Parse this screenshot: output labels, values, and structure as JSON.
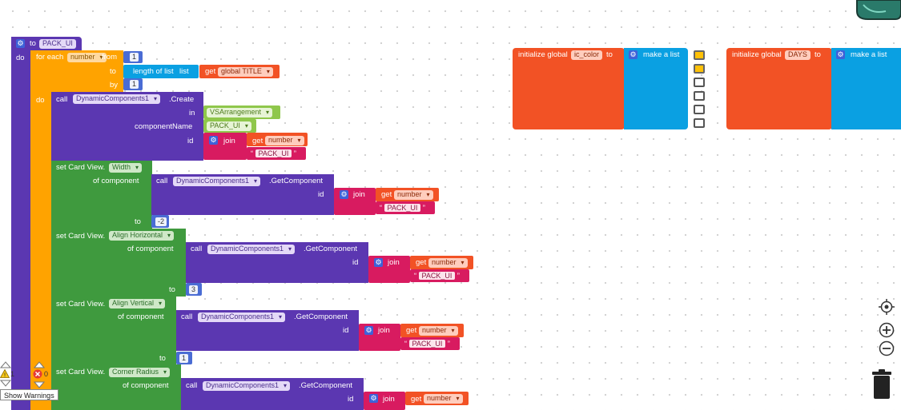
{
  "procedure": {
    "to_label": "to",
    "name": "PACK_UI",
    "do_label": "do"
  },
  "loop": {
    "label": "for each",
    "var": "number",
    "from_label": "from",
    "from_val": "1",
    "to_label": "to",
    "length_label": "length of list",
    "list_label": "list",
    "get_label": "get",
    "list_var": "global TITLE",
    "by_label": "by",
    "by_val": "1",
    "do_label": "do"
  },
  "create": {
    "call_label": "call",
    "component": "DynamicComponents1",
    "method": ".Create",
    "in_label": "in",
    "in_val": "VSArrangement",
    "name_label": "componentName",
    "name_val": "PACK_UI",
    "id_label": "id",
    "join_label": "join",
    "get_label": "get",
    "get_var": "number",
    "str_val": "PACK_UI"
  },
  "setters": [
    {
      "set_label": "set Card View.",
      "prop": "Width",
      "of_label": "of component",
      "call_label": "call",
      "component": "DynamicComponents1",
      "method": ".GetComponent",
      "id_label": "id",
      "join_label": "join",
      "get_label": "get",
      "get_var": "number",
      "str_val": "PACK_UI",
      "to_label": "to",
      "value": "-2"
    },
    {
      "set_label": "set Card View.",
      "prop": "Align Horizontal",
      "of_label": "of component",
      "call_label": "call",
      "component": "DynamicComponents1",
      "method": ".GetComponent",
      "id_label": "id",
      "join_label": "join",
      "get_label": "get",
      "get_var": "number",
      "str_val": "PACK_UI",
      "to_label": "to",
      "value": "3"
    },
    {
      "set_label": "set Card View.",
      "prop": "Align Vertical",
      "of_label": "of component",
      "call_label": "call",
      "component": "DynamicComponents1",
      "method": ".GetComponent",
      "id_label": "id",
      "join_label": "join",
      "get_label": "get",
      "get_var": "number",
      "str_val": "PACK_UI",
      "to_label": "to",
      "value": "1"
    },
    {
      "set_label": "set Card View.",
      "prop": "Corner Radius",
      "of_label": "of component",
      "call_label": "call",
      "component": "DynamicComponents1",
      "method": ".GetComponent",
      "id_label": "id",
      "join_label": "join",
      "get_label": "get",
      "get_var": "number"
    }
  ],
  "globals": [
    {
      "label": "initialize global",
      "name": "ic_color",
      "to_label": "to",
      "make_label": "make a list"
    },
    {
      "label": "initialize global",
      "name": "DAYS",
      "to_label": "to",
      "make_label": "make a list"
    }
  ],
  "warnings": {
    "warn_count": "1",
    "error_count": "0",
    "show_label": "Show Warnings"
  }
}
